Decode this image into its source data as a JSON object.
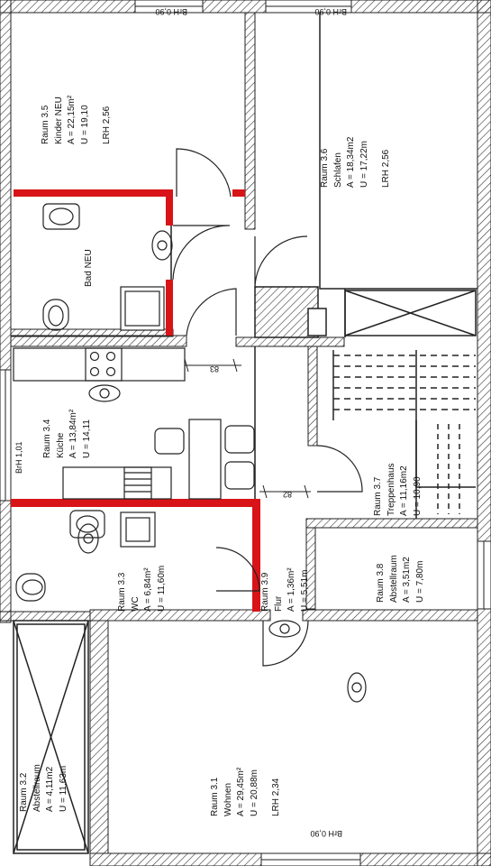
{
  "plan": {
    "colors": {
      "wall": "#1e1e1e",
      "new_wall": "#d81418",
      "line": "#222222",
      "paper": "#ffffff"
    },
    "window_labels": {
      "top_left": "BrH 0,90",
      "top_right": "BrH 0,90",
      "bottom": "BrH 0,90",
      "left": "BrH 1,01"
    },
    "dimensions": {
      "dim_83": "83",
      "dim_82": "82"
    },
    "rooms": {
      "r35": {
        "name": "Raum 3.5",
        "use": "Kinder NEU",
        "area": "A = 22,15m²",
        "perimeter": "U = 19,10",
        "height": "LRH 2,56"
      },
      "r36": {
        "name": "Raum 3.6",
        "use": "Schlafen",
        "area": "A = 18,34m2",
        "perimeter": "U = 17,22m",
        "height": "LRH 2,56"
      },
      "bad": {
        "use": "Bad NEU"
      },
      "r34": {
        "name": "Raum 3.4",
        "use": "Küche",
        "area": "A = 13,84m²",
        "perimeter": "U = 14,11"
      },
      "r37": {
        "name": "Raum 3.7",
        "use": "Treppenhaus",
        "area": "A = 11,16m2",
        "perimeter": "U = 10,90"
      },
      "r33": {
        "name": "Raum 3.3",
        "use": "WC",
        "area": "A = 6,84m²",
        "perimeter": "U = 11,60m"
      },
      "r39": {
        "name": "Raum 3.9",
        "use": "Flur",
        "area": "A = 1,36m²",
        "perimeter": "U = 5,51m"
      },
      "r38": {
        "name": "Raum 3.8",
        "use": "Abstellraum",
        "area": "A = 3,51m2",
        "perimeter": "U = 7,80m"
      },
      "r31": {
        "name": "Raum 3.1",
        "use": "Wohnen",
        "area": "A = 29,45m²",
        "perimeter": "U = 20,88m",
        "height": "LRH 2,34"
      },
      "r32": {
        "name": "Raum 3.2",
        "use": "Abstellraum",
        "area": "A = 4,11m2",
        "perimeter": "U = 11,63m"
      }
    }
  }
}
